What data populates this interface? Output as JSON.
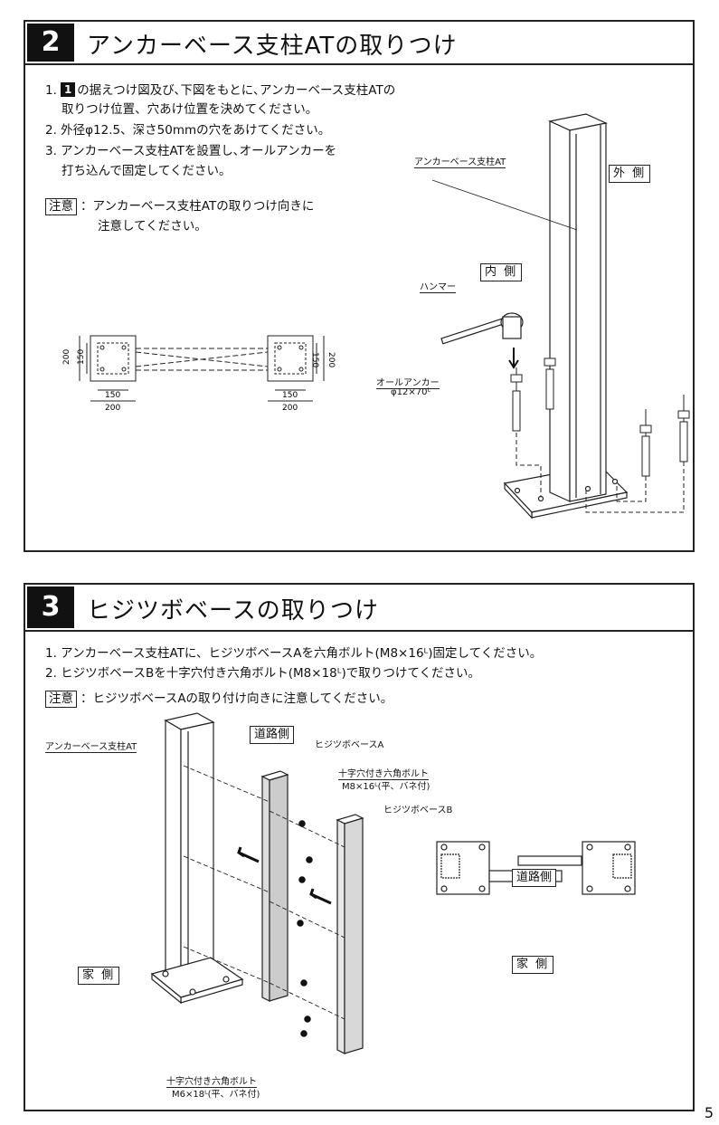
{
  "section2": {
    "number": "2",
    "title": "アンカーベース支柱ATの取りつけ",
    "step1_chip": "1",
    "step1_a": "1.",
    "step1_b": "の据えつけ図及び､下図をもとに､アンカーベース支柱ATの",
    "step1_c": "取りつけ位置、穴あけ位置を決めてください。",
    "step2": "2. 外径φ12.5、深さ50mmの穴をあけてください。",
    "step3_a": "3. アンカーベース支柱ATを設置し､オールアンカーを",
    "step3_b": "打ち込んで固定してください。",
    "note_label": "注意",
    "note_a": "：アンカーベース支柱ATの取りつけ向きに",
    "note_b": "注意してください。",
    "label_post": "アンカーベース支柱AT",
    "label_outside": "外 側",
    "label_inside": "内 側",
    "label_hammer": "ハンマー",
    "label_anchor": "オールアンカー",
    "label_anchor_size": "φ12×70ᴸ",
    "dim_200": "200",
    "dim_150": "150"
  },
  "section3": {
    "number": "3",
    "title": "ヒジツボベースの取りつけ",
    "step1": "1. アンカーベース支柱ATに、ヒジツボベースAを六角ボルト(M8×16ᴸ)固定してください。",
    "step2": "2. ヒジツボベースBを十字穴付き六角ボルト(M8×18ᴸ)で取りつけてください。",
    "note_label": "注意",
    "note": "：ヒジツボベースAの取り付け向きに注意してください。",
    "label_post": "アンカーベース支柱AT",
    "label_road": "道路側",
    "label_base_a": "ヒジツボベースA",
    "label_bolt_a1": "十字穴付き六角ボルト",
    "label_bolt_a2": "M8×16ᴸ(平、バネ付)",
    "label_base_b": "ヒジツボベースB",
    "label_house": "家 側",
    "label_bolt_b1": "十字穴付き六角ボルト",
    "label_bolt_b2": "M6×18ᴸ(平、バネ付)",
    "label_road2": "道路側",
    "label_house2": "家 側"
  },
  "page_number": "5"
}
